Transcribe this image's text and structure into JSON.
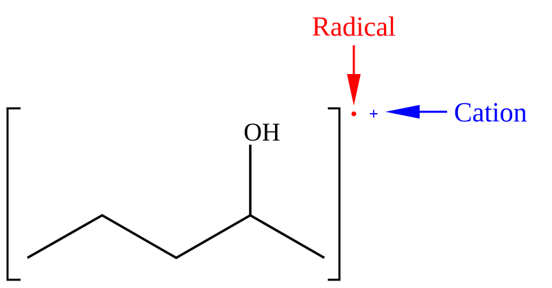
{
  "molecule": {
    "substituent_label": "OH",
    "charge_symbol": "+"
  },
  "annotations": {
    "radical": {
      "label": "Radical",
      "color": "#ff0000"
    },
    "cation": {
      "label": "Cation",
      "color": "#0000ff"
    }
  },
  "colors": {
    "bond": "#000000",
    "bracket": "#000000"
  }
}
